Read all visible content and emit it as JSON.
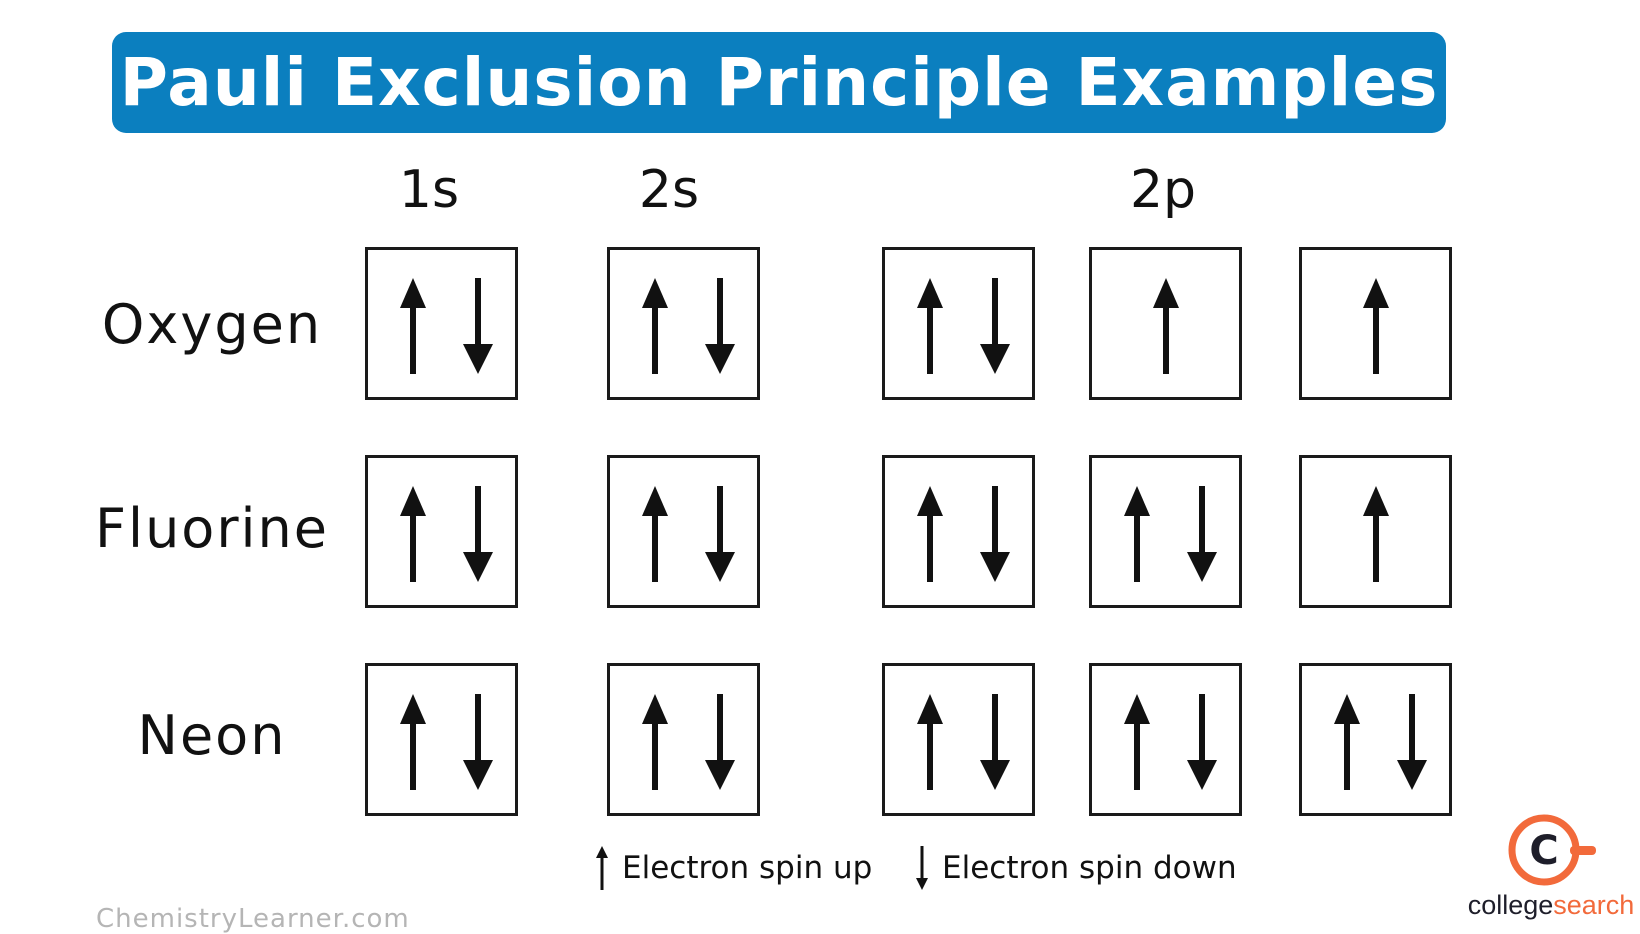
{
  "title": "Pauli Exclusion Principle Examples",
  "colors": {
    "banner": "#0b7fbf",
    "arrow": "#111111",
    "logo_accent": "#f26a3b",
    "logo_dark": "#1e1e2a"
  },
  "columns": [
    {
      "id": "1s",
      "label": "1s"
    },
    {
      "id": "2s",
      "label": "2s"
    },
    {
      "id": "2p",
      "label": "2p"
    }
  ],
  "rows": [
    {
      "element": "Oxygen",
      "orbitals": [
        "updown",
        "updown",
        "updown",
        "up",
        "up"
      ]
    },
    {
      "element": "Fluorine",
      "orbitals": [
        "updown",
        "updown",
        "updown",
        "updown",
        "up"
      ]
    },
    {
      "element": "Neon",
      "orbitals": [
        "updown",
        "updown",
        "updown",
        "updown",
        "updown"
      ]
    }
  ],
  "legend": {
    "up": "Electron spin up",
    "down": "Electron spin down"
  },
  "watermark": "ChemistryLearner.com",
  "logo": {
    "part1": "college",
    "part2": "search",
    "glyph": "C"
  }
}
